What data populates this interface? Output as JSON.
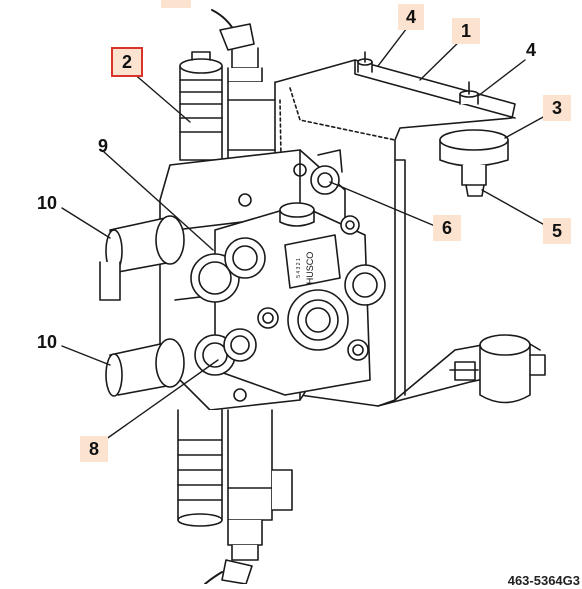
{
  "diagram": {
    "callouts": [
      {
        "id": "c1",
        "label": "1",
        "style": "box"
      },
      {
        "id": "c2",
        "label": "2",
        "style": "sel"
      },
      {
        "id": "c3",
        "label": "3",
        "style": "box"
      },
      {
        "id": "c4a",
        "label": "4",
        "style": "box"
      },
      {
        "id": "c4b",
        "label": "4",
        "style": "plain"
      },
      {
        "id": "c5",
        "label": "5",
        "style": "box"
      },
      {
        "id": "c6",
        "label": "6",
        "style": "box"
      },
      {
        "id": "c8",
        "label": "8",
        "style": "box"
      },
      {
        "id": "c9",
        "label": "9",
        "style": "plain"
      },
      {
        "id": "c10a",
        "label": "10",
        "style": "plain"
      },
      {
        "id": "c10b",
        "label": "10",
        "style": "plain"
      }
    ],
    "valve_label": "HUSCO",
    "valve_sublabel": "5 4 3 2 1",
    "drawing_ref": "463-5364G3",
    "colors": {
      "line": "#1a1a1a",
      "callout_bg": "#fbe3cf",
      "callout_selected": "#d9342b"
    }
  }
}
